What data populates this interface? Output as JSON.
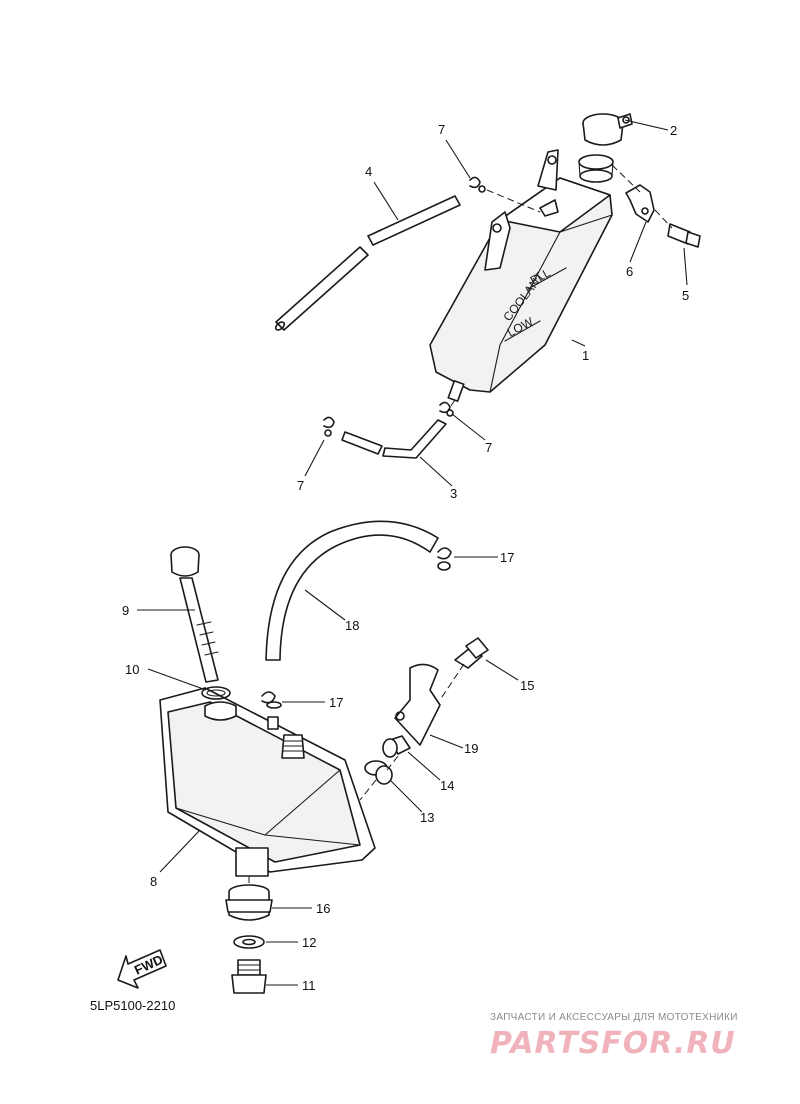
{
  "diagram_code": "5LP5100-2210",
  "fwd_label": "FWD",
  "tank_labels": {
    "full": "FLL",
    "coolant": "COOLANT",
    "low": "LOW"
  },
  "callouts": [
    "1",
    "2",
    "3",
    "4",
    "5",
    "6",
    "7",
    "7",
    "7",
    "8",
    "9",
    "10",
    "11",
    "12",
    "13",
    "14",
    "15",
    "16",
    "17",
    "17",
    "18",
    "19"
  ],
  "watermark": {
    "caption": "ЗАПЧАСТИ И АКСЕССУАРЫ ДЛЯ МОТОТЕХНИКИ",
    "logo": "PARTSFOR.RU"
  },
  "colors": {
    "line": "#1a1a1a",
    "watermark": "#f1b3bb"
  }
}
